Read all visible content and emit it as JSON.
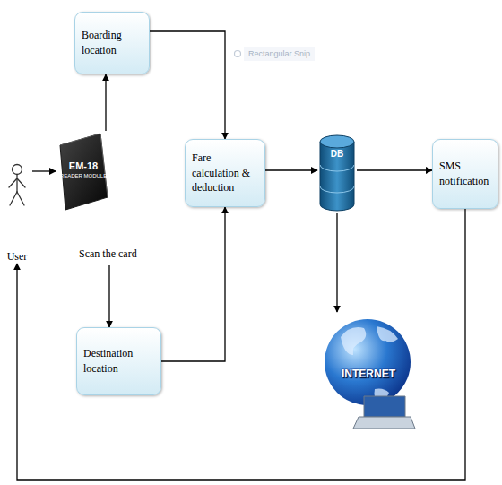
{
  "diagram": {
    "nodes": [
      {
        "text": [
          "Boarding location"
        ]
      },
      {
        "text": [
          "User"
        ]
      },
      {
        "text": [
          "EM-18",
          "READER MODULE",
          "Scan the card"
        ]
      },
      {
        "text": [
          "Fare calculation & deduction"
        ]
      },
      {
        "text": [
          "DB"
        ]
      },
      {
        "text": [
          "SMS notification"
        ]
      },
      {
        "text": [
          "INTERNET"
        ]
      },
      {
        "text": [
          "Destination location"
        ]
      }
    ],
    "edges": [
      {
        "from": 1,
        "to": 2,
        "arrow": "to"
      },
      {
        "from": 2,
        "to": 0,
        "arrow": "to"
      },
      {
        "from": 2,
        "to": 7,
        "arrow": "to"
      },
      {
        "from": 0,
        "to": 3,
        "arrow": "to"
      },
      {
        "from": 7,
        "to": 3,
        "arrow": "to"
      },
      {
        "from": 3,
        "to": 4,
        "arrow": "to"
      },
      {
        "from": 4,
        "to": 5,
        "arrow": "to"
      },
      {
        "from": 4,
        "to": 6,
        "arrow": "to"
      },
      {
        "from": 5,
        "to": 1,
        "arrow": "to"
      }
    ],
    "labels": [
      "Rectangular Snip"
    ]
  }
}
